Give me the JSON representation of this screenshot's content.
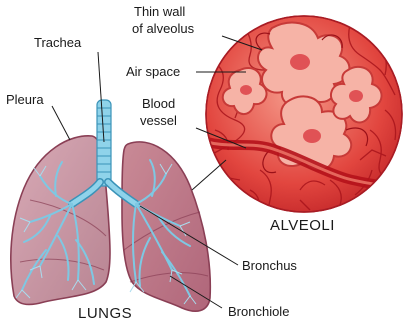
{
  "labels": {
    "trachea": "Trachea",
    "pleura": "Pleura",
    "thin_wall_line1": "Thin wall",
    "thin_wall_line2": "of alveolus",
    "air_space": "Air space",
    "blood_vessel_line1": "Blood",
    "blood_vessel_line2": "vessel",
    "alveoli": "ALVEOLI",
    "lungs": "LUNGS",
    "bronchus": "Bronchus",
    "bronchiole": "Bronchiole"
  },
  "colors": {
    "lung_fill": "#c99aa6",
    "lung_stroke": "#8a3f55",
    "airway": "#8fd3ea",
    "airway_stroke": "#3a93b8",
    "alveoli_base": "#e0403b",
    "alveoli_light": "#f08a7a",
    "vessel": "#b5121b",
    "leader": "#1a1a1a"
  }
}
